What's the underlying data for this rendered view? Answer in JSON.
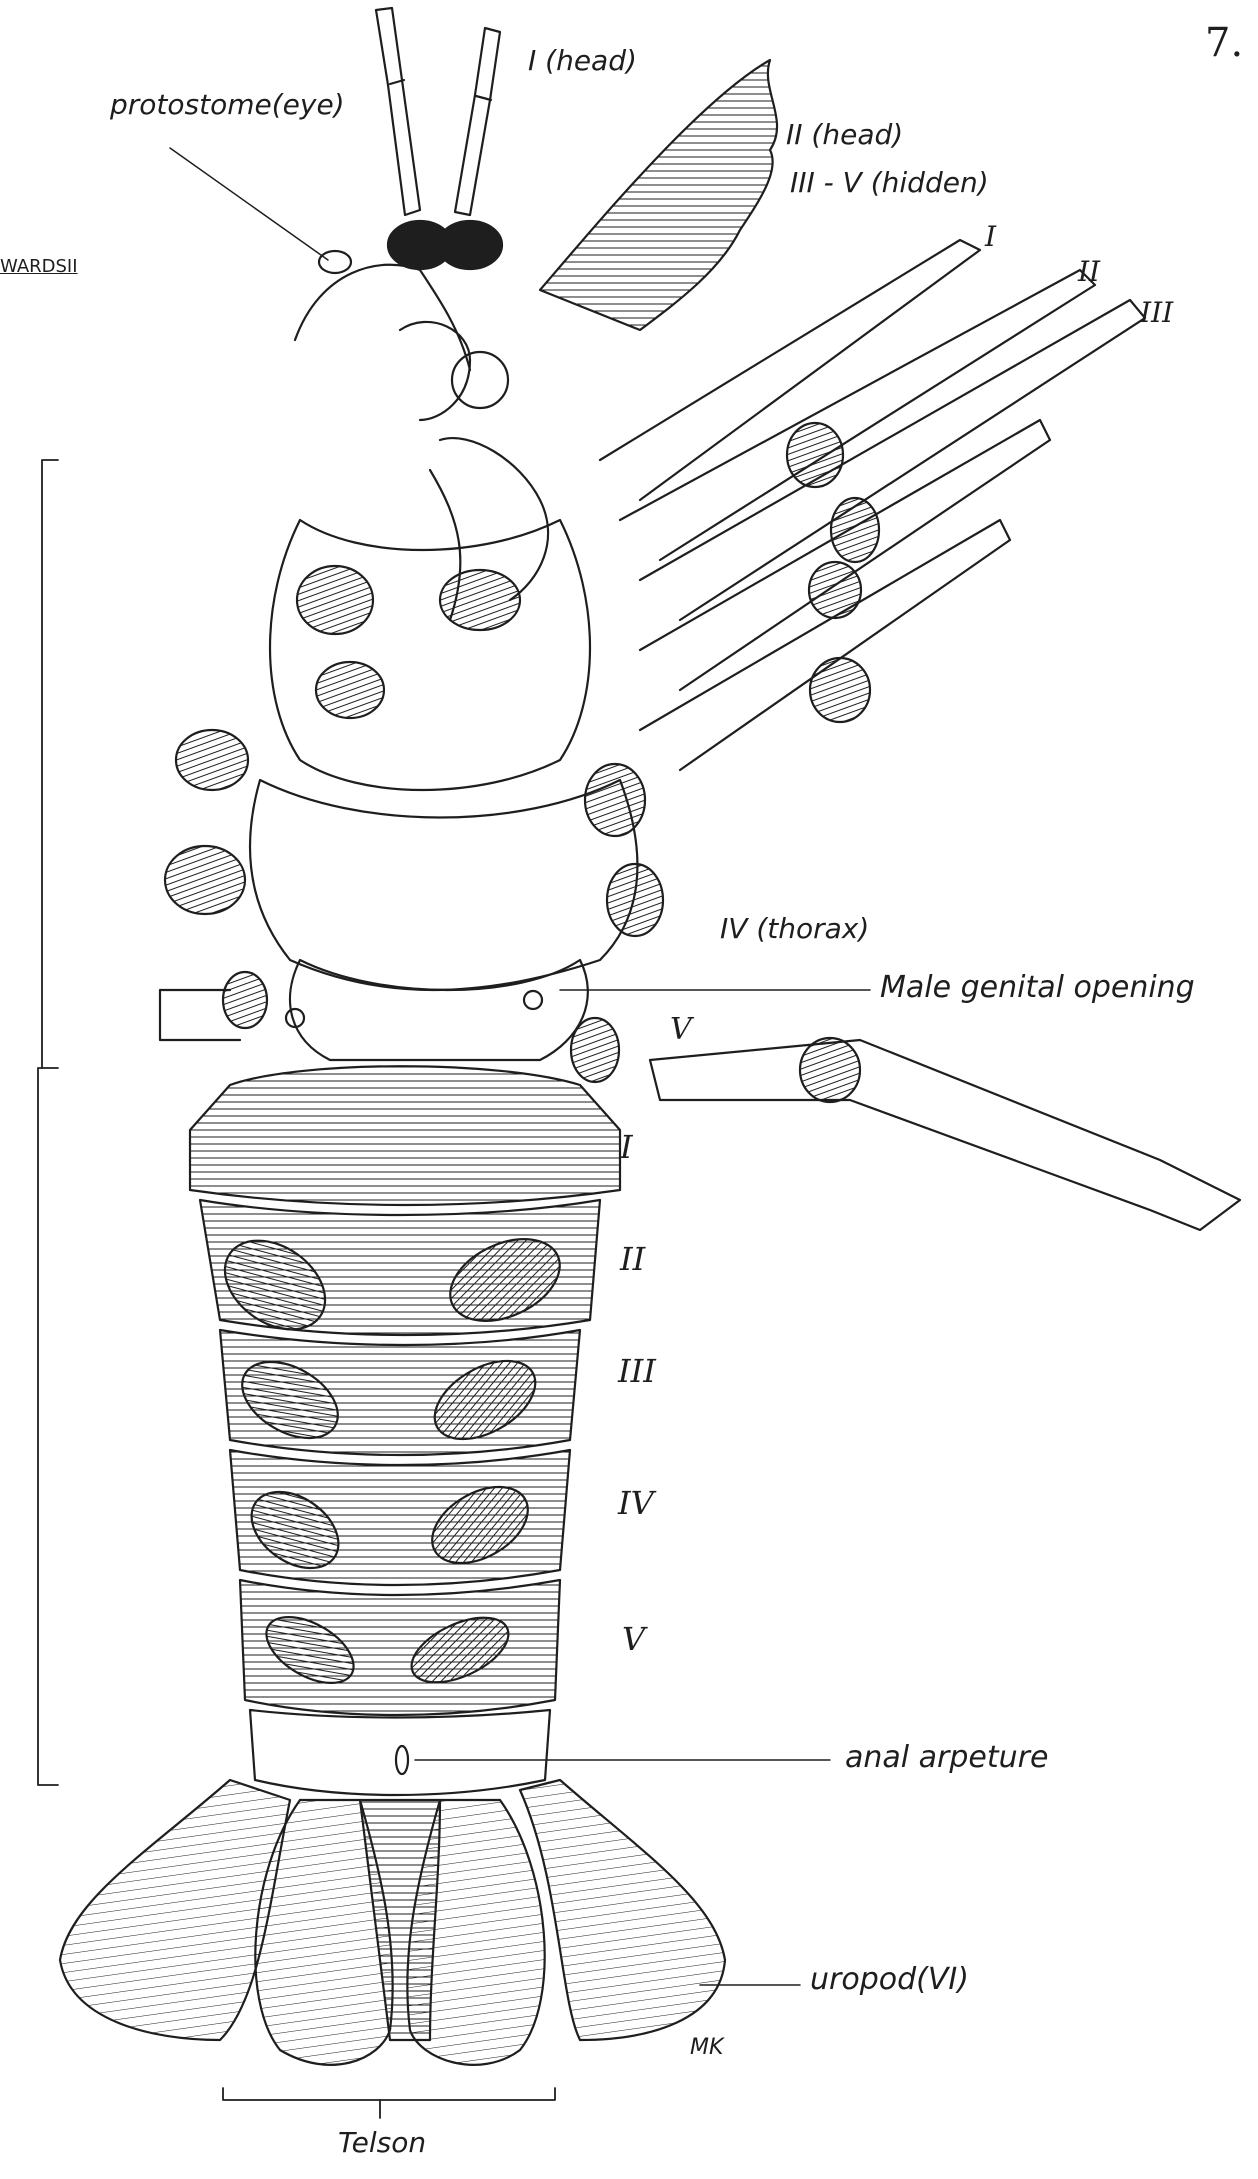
{
  "page_number": "7.",
  "species_fragment": "WARDSII",
  "labels": {
    "antenna_head_1": "I (head)",
    "eye": "protostome(eye)",
    "antenna_head_2": "II (head)",
    "hidden_appendages": "III - V (hidden)",
    "leg_1": "I",
    "leg_2": "II",
    "leg_3": "III",
    "leg_4_thorax": "IV (thorax)",
    "male_genital_opening": "Male genital opening",
    "leg_5": "V",
    "abdomen_1": "I",
    "abdomen_2": "II",
    "abdomen_3": "III",
    "abdomen_4": "IV",
    "abdomen_5": "V",
    "anal_aperture": "anal arpeture",
    "uropod": "uropod(VI)",
    "telson": "Telson",
    "signature": "MK"
  },
  "colors": {
    "ink": "#1e1e1e",
    "paper": "#ffffff"
  }
}
